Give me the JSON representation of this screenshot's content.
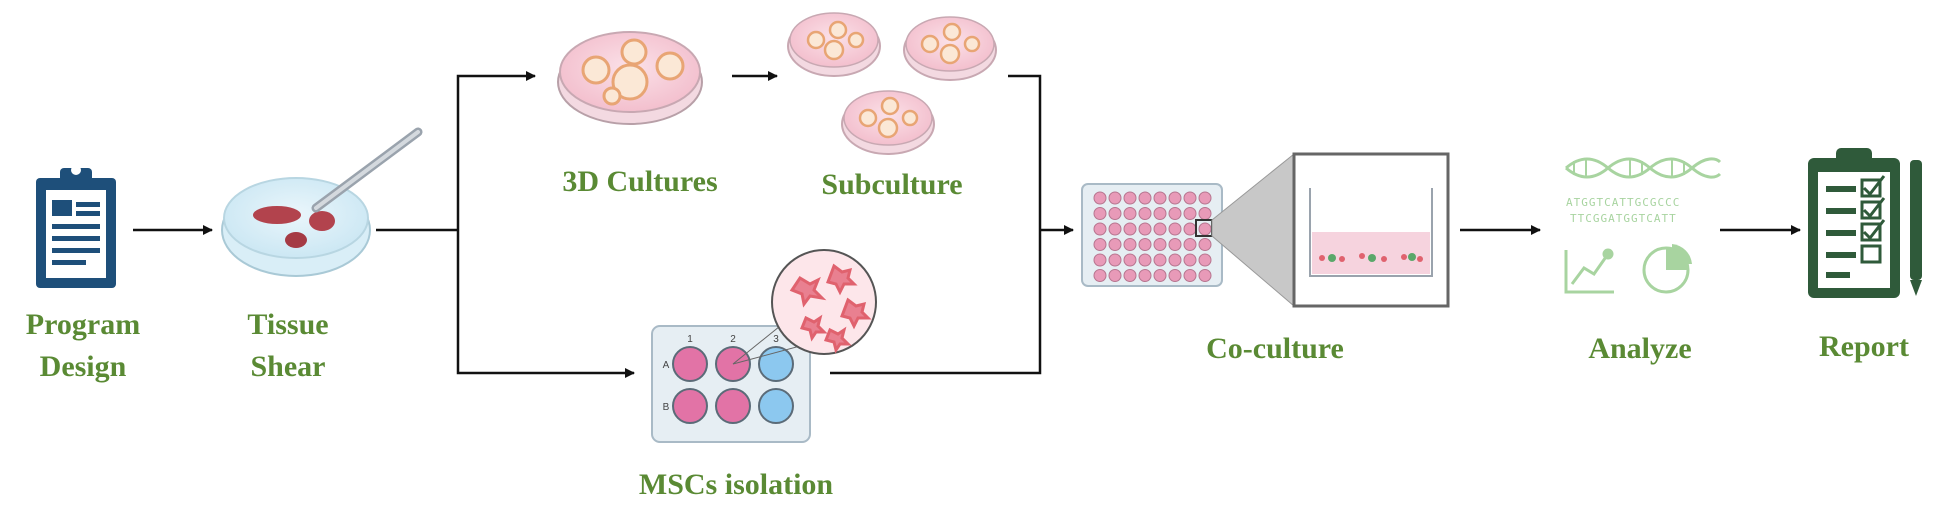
{
  "labels": {
    "program_design_line1": "Program",
    "program_design_line2": "Design",
    "tissue_shear_line1": "Tissue",
    "tissue_shear_line2": "Shear",
    "cultures_3d": "3D Cultures",
    "subculture": "Subculture",
    "mscs_isolation": "MSCs isolation",
    "co_culture": "Co-culture",
    "analyze": "Analyze",
    "report": "Report"
  },
  "plate6": {
    "columns": [
      "1",
      "2",
      "3"
    ],
    "rows": [
      "A",
      "B"
    ]
  },
  "sequence": {
    "line1": "ATGGTCATTGCGCCC",
    "line2": "TTCGGATGGTCATT"
  },
  "colors": {
    "label_green": "#5a8a34",
    "icon_navy": "#1e4f7a",
    "report_green": "#2f5a3a",
    "analyze_green": "#a8d4a0",
    "dish_pink": "#f6c9d3",
    "well_pink": "#e273a6",
    "well_blue": "#8cc8ef",
    "tissue_red": "#b2434d"
  },
  "icons": {
    "program_design": "clipboard-document-icon",
    "tissue_shear": "petri-dish-with-scalpel-icon",
    "cultures_3d": "petri-dish-spheroids-icon",
    "subculture": "petri-dishes-icon",
    "mscs_isolation": "six-well-plate-icon",
    "co_culture": "well-plate-zoom-icon",
    "analyze": "dna-chart-icon",
    "report": "checklist-clipboard-icon"
  }
}
